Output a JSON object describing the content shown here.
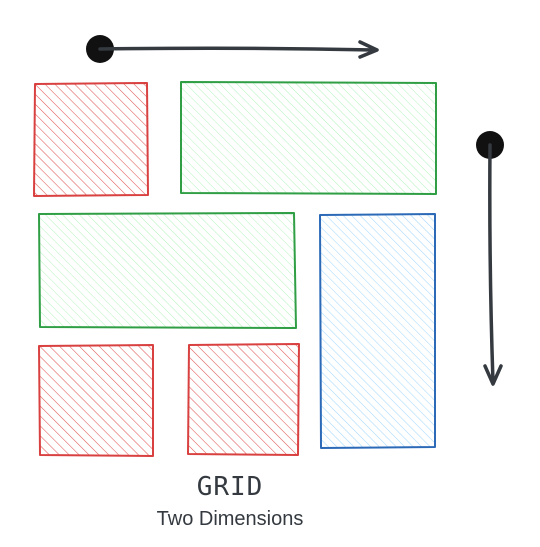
{
  "title": "GRID",
  "subtitle": "Two Dimensions",
  "colors": {
    "red_stroke": "#d94040",
    "red_fill": "#e05555",
    "green_stroke": "#2f9e44",
    "green_fill": "#b2f2bb",
    "blue_stroke": "#2c6ab8",
    "blue_fill": "#a5d8ff",
    "arrow": "#343a40"
  },
  "cells": [
    {
      "name": "cell-red-top-left",
      "color": "red"
    },
    {
      "name": "cell-green-top-wide",
      "color": "green"
    },
    {
      "name": "cell-green-middle-wide",
      "color": "green"
    },
    {
      "name": "cell-blue-tall",
      "color": "blue"
    },
    {
      "name": "cell-red-bottom-left",
      "color": "red"
    },
    {
      "name": "cell-red-bottom-center",
      "color": "red"
    }
  ],
  "arrows": [
    {
      "name": "horizontal-arrow",
      "direction": "right"
    },
    {
      "name": "vertical-arrow",
      "direction": "down"
    }
  ]
}
